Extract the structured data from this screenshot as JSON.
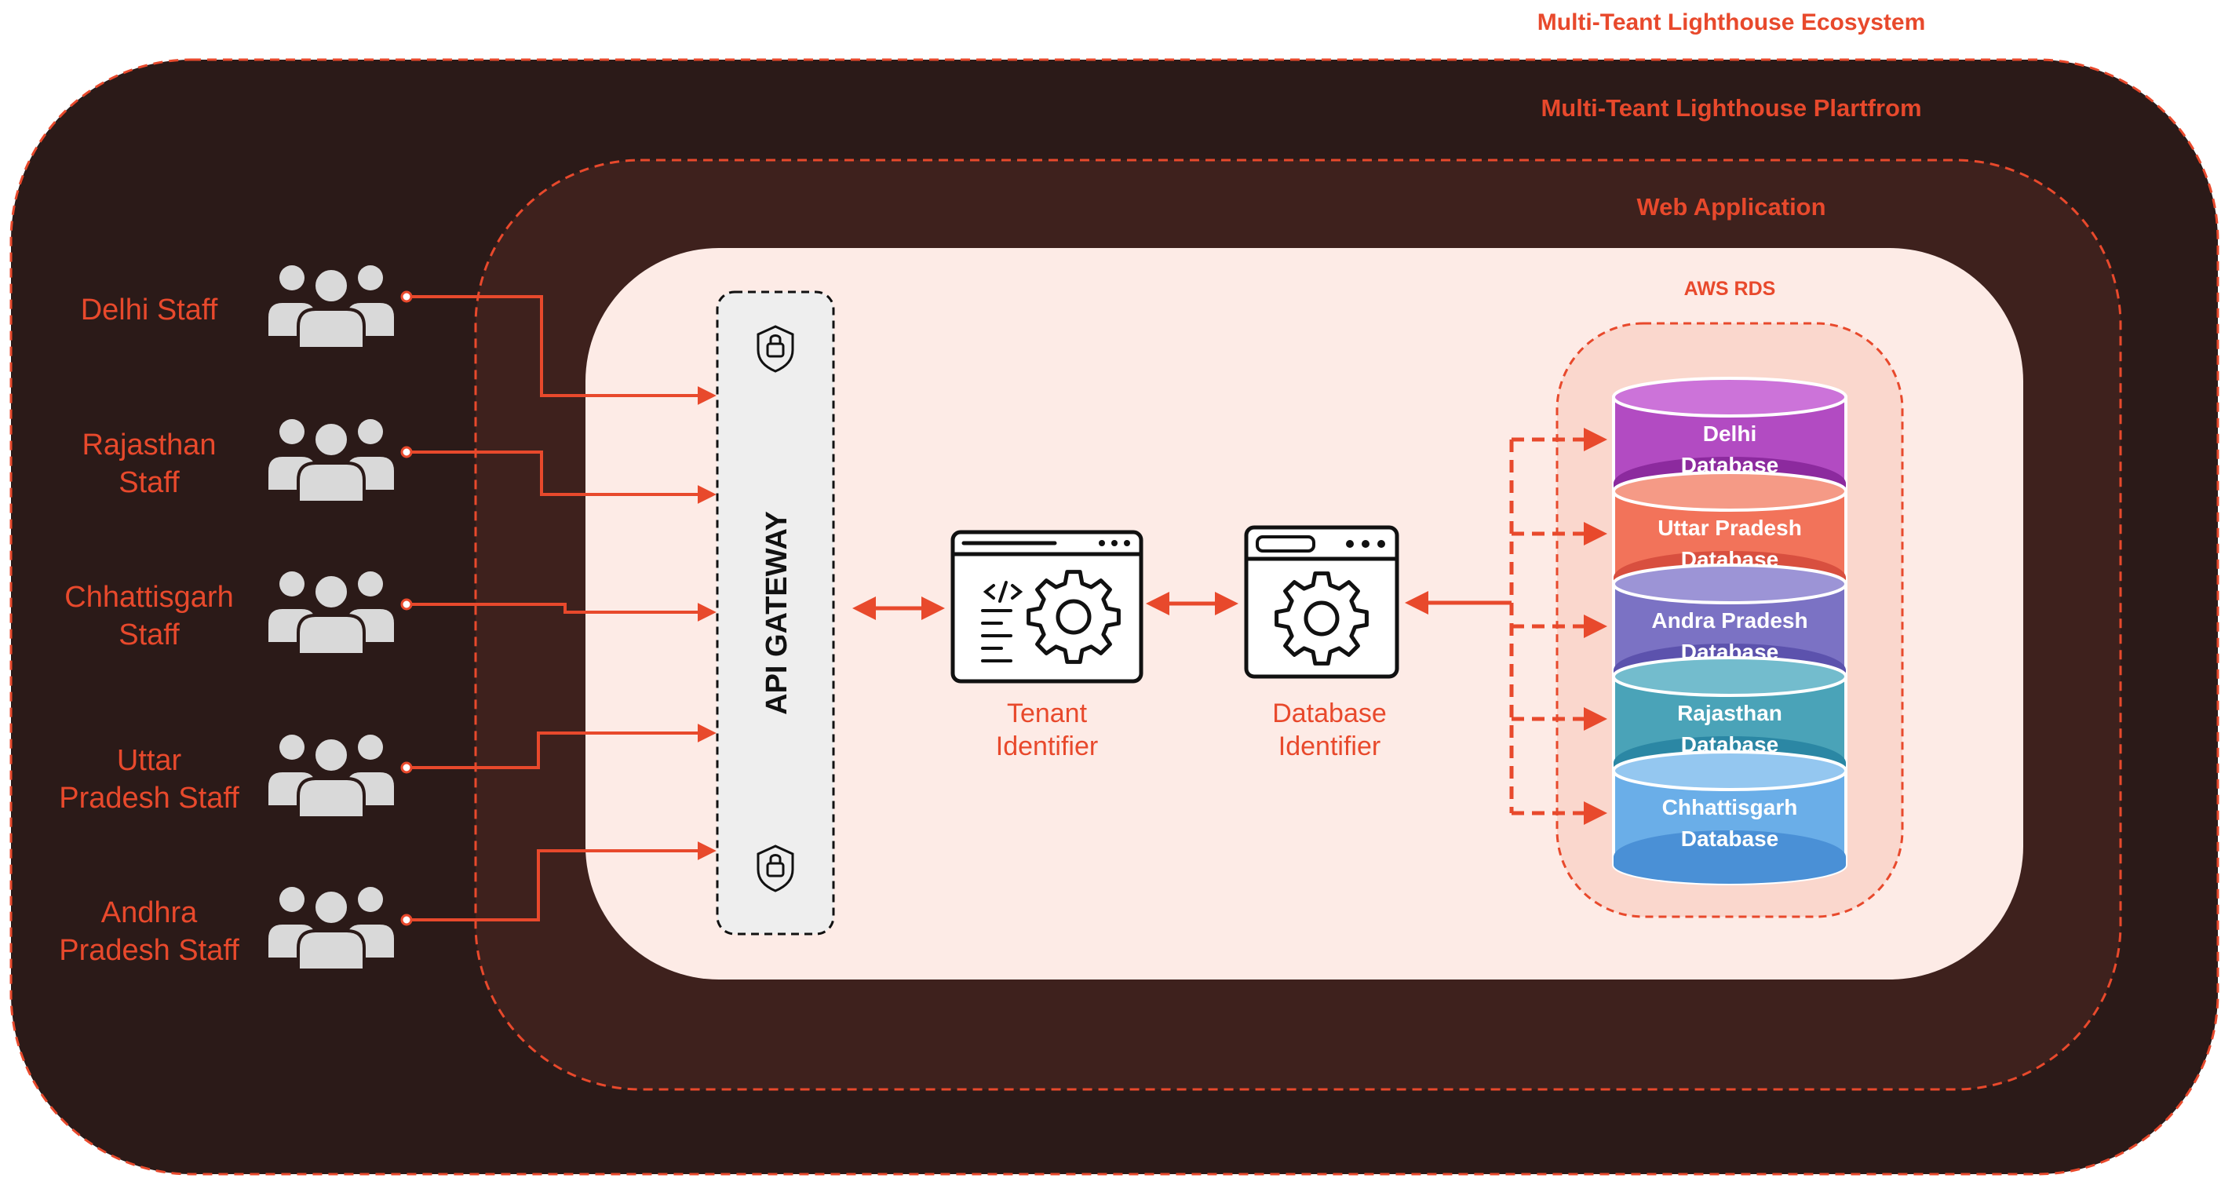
{
  "colors": {
    "accent": "#e8492c",
    "ecosystem_bg": "#2b1a18",
    "platform_bg": "#3e211d",
    "webapp_bg": "#fdebe6",
    "rds_bg": "#fad7cd",
    "gateway_bg": "#eeeeee",
    "people_icon": "#d9d9d9",
    "icon_stroke": "#111111"
  },
  "titles": {
    "ecosystem": "Multi-Teant Lighthouse Ecosystem",
    "platform": "Multi-Teant Lighthouse Plartfrom",
    "web_application": "Web Application",
    "aws_rds": "AWS RDS"
  },
  "api_gateway": {
    "label": "API GATEWAY",
    "top_icon": "shield-lock-icon",
    "bottom_icon": "shield-lock-icon"
  },
  "staff": [
    {
      "lines": [
        "Delhi Staff"
      ],
      "icon": "user-group-icon"
    },
    {
      "lines": [
        "Rajasthan",
        "Staff"
      ],
      "icon": "user-group-icon"
    },
    {
      "lines": [
        "Chhattisgarh",
        "Staff"
      ],
      "icon": "user-group-icon"
    },
    {
      "lines": [
        "Uttar",
        "Pradesh Staff"
      ],
      "icon": "user-group-icon"
    },
    {
      "lines": [
        "Andhra",
        "Pradesh Staff"
      ],
      "icon": "user-group-icon"
    }
  ],
  "tenant_identifier": {
    "lines": [
      "Tenant",
      "Identifier"
    ],
    "icon": "code-gear-window-icon"
  },
  "database_identifier": {
    "lines": [
      "Database",
      "Identifier"
    ],
    "icon": "gear-window-icon"
  },
  "databases": [
    {
      "lines": [
        "Delhi",
        "Database"
      ],
      "color": "#b24bc2",
      "dark": "#8c2a9e",
      "top": "#cc73d9"
    },
    {
      "lines": [
        "Uttar Pradesh",
        "Database"
      ],
      "color": "#f2735a",
      "dark": "#d84f3f",
      "top": "#f59a86"
    },
    {
      "lines": [
        "Andra Pradesh",
        "Database"
      ],
      "color": "#7b72c4",
      "dark": "#5c52ad",
      "top": "#9c94d6"
    },
    {
      "lines": [
        "Rajasthan",
        "Database"
      ],
      "color": "#4aa3b8",
      "dark": "#2b87a4",
      "top": "#73bccd"
    },
    {
      "lines": [
        "Chhattisgarh",
        "Database"
      ],
      "color": "#6aaee8",
      "dark": "#4a90d6",
      "top": "#94c7f0"
    }
  ]
}
